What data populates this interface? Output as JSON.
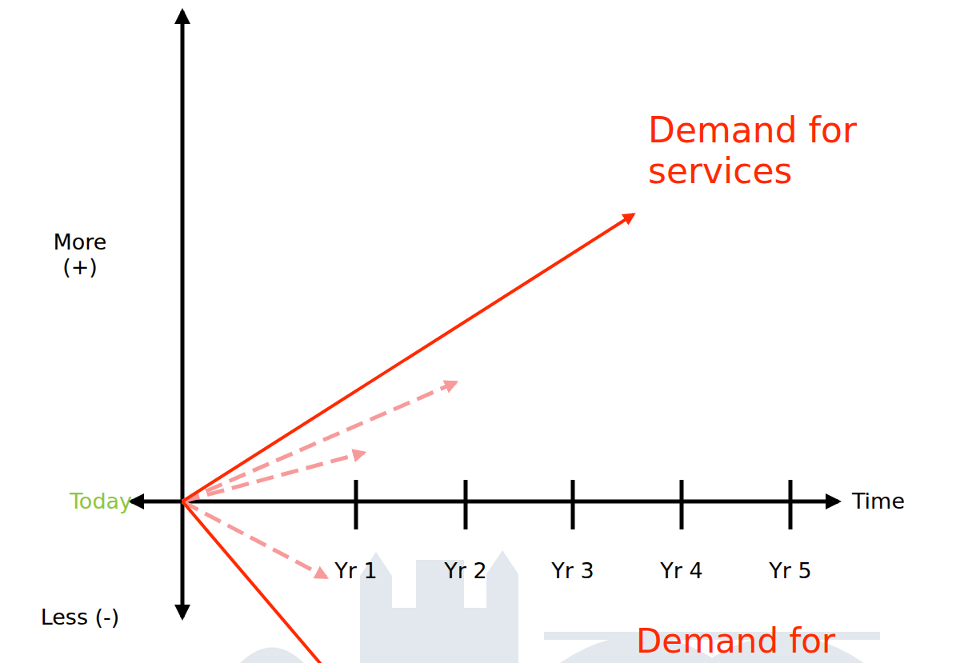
{
  "diagram": {
    "labels": [
      "Demand for services",
      "More (+)",
      "Today",
      "Time",
      "Yr 1",
      "Yr 2",
      "Yr 3",
      "Yr 4",
      "Yr 5",
      "Less (-)",
      "Demand for"
    ]
  }
}
